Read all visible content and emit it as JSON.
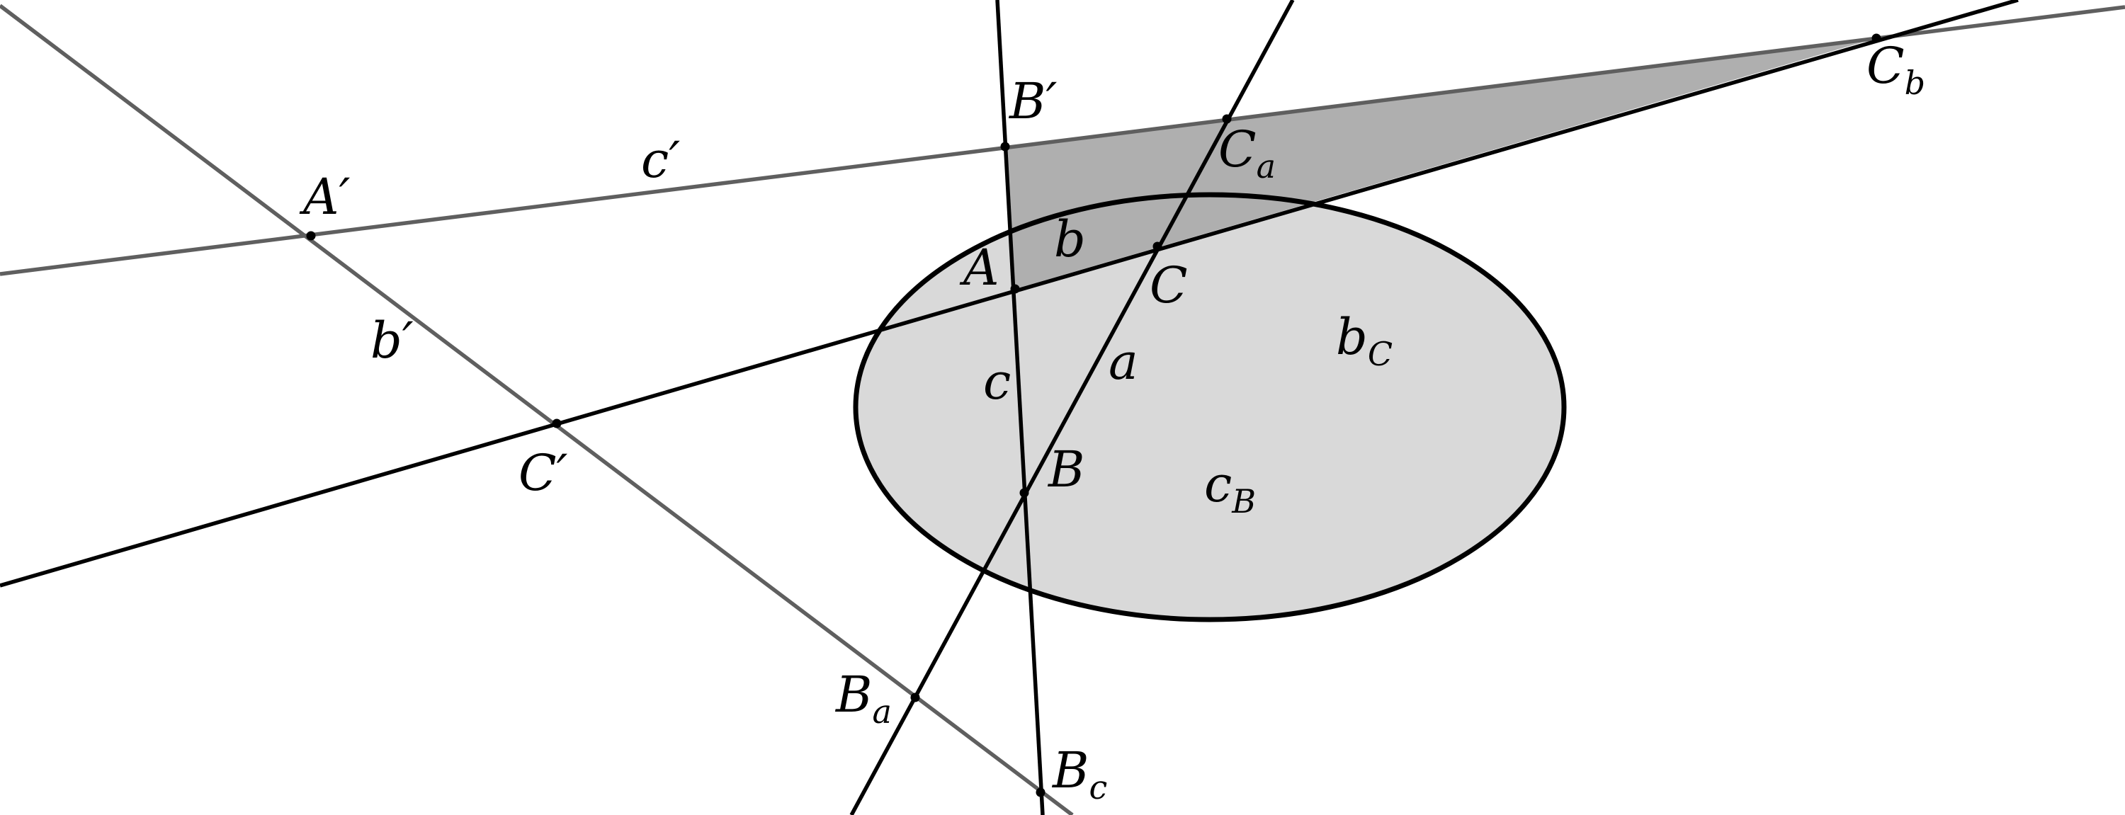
{
  "colors": {
    "ellipse_fill": "#d9d9d9",
    "triangle_fill": "#afafaf",
    "dark_line": "#000000",
    "grey_line": "#5f5f5f",
    "background": "#ffffff"
  },
  "labels": {
    "A_prime": "A′",
    "B_prime": "B′",
    "C_prime": "C′",
    "c_prime": "c′",
    "b_prime": "b′",
    "A": "A",
    "B": "B",
    "C": "C",
    "a": "a",
    "b": "b",
    "c": "c",
    "C_a_base": "C",
    "C_a_sub": "a",
    "C_b_base": "C",
    "C_b_sub": "b",
    "B_a_base": "B",
    "B_a_sub": "a",
    "B_c_base": "B",
    "B_c_sub": "c",
    "b_C_base": "b",
    "b_C_sub": "C",
    "c_B_base": "c",
    "c_B_sub": "B"
  }
}
